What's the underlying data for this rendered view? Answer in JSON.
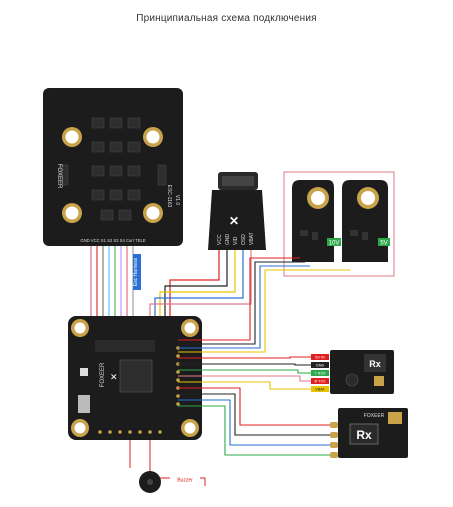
{
  "title": "Принципиальная схема подключения",
  "esc": {
    "brand": "FOXEER",
    "model": "ESC-1163",
    "version": "V1.0",
    "pins": "GND VCC S1 S2 S3 S4 Curr TELE"
  },
  "camera": {
    "pins": [
      "VCC",
      "GND",
      "VID",
      "OSD",
      "VBAT"
    ]
  },
  "vtx_module": {
    "badge_left": "10V",
    "badge_right": "5V"
  },
  "fc": {
    "brand": "FOXEER",
    "cable_label": "Esc Harness"
  },
  "gps": {
    "pins": [
      "5V IN",
      "GND",
      "T RXX",
      "R TXX",
      "VBAT"
    ],
    "symbol": "Rx"
  },
  "receiver": {
    "brand": "FOXEER",
    "symbol": "Rx"
  },
  "buzzer": {
    "label": "Buzzer"
  },
  "colors": {
    "board": "#1c1c1c",
    "pad": "#f2f2f2",
    "gold": "#c8a34a",
    "red_wire": "#e02020",
    "black_wire": "#222222",
    "yellow_wire": "#e8c400",
    "green_wire": "#2ea84a",
    "blue_wire": "#2a6fd6",
    "pink_box": "#e07b8a"
  }
}
